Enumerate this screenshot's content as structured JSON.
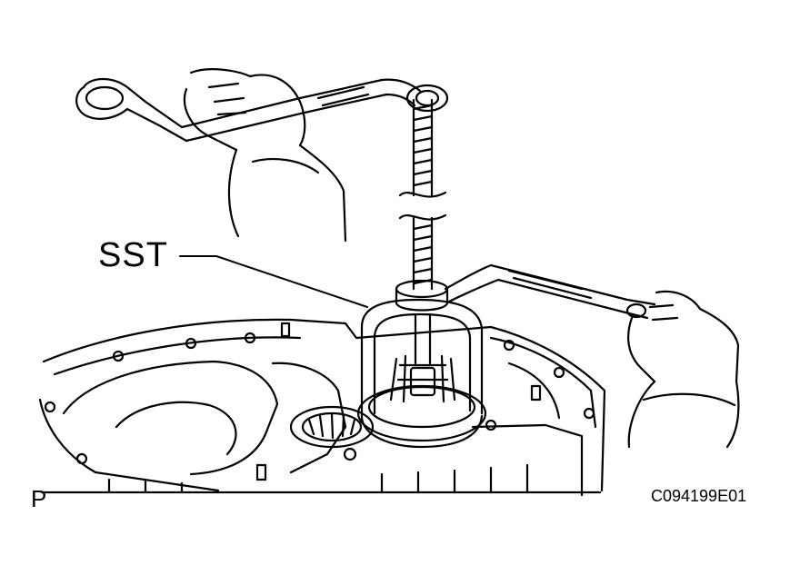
{
  "callouts": {
    "tool": "SST"
  },
  "view_marker": "P",
  "figure_code": "C094199E01",
  "colors": {
    "line": "#000000",
    "background": "#ffffff"
  }
}
